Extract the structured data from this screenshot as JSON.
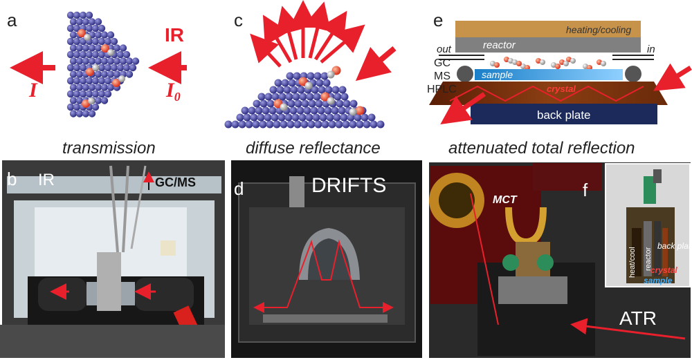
{
  "panels": {
    "a": {
      "letter": "a",
      "ir": "IR",
      "i": "I",
      "i0": "I",
      "i0_sub": "0",
      "caption": "transmission"
    },
    "b": {
      "letter": "b",
      "ir": "IR",
      "gcms": "GC/MS"
    },
    "c": {
      "letter": "c",
      "caption": "diffuse reflectance"
    },
    "d": {
      "letter": "d",
      "drifts": "DRIFTS"
    },
    "e": {
      "letter": "e",
      "heating": "heating/cooling",
      "reactor": "reactor",
      "out": "out",
      "in": "in",
      "gc": "GC",
      "ms": "MS",
      "hplc": "HPLC",
      "sample": "sample",
      "crystal": "crystal",
      "backplate": "back plate",
      "caption": "attenuated total reflection"
    },
    "f": {
      "letter": "f",
      "mct": "MCT",
      "atr": "ATR",
      "heatcool": "heat/cool",
      "reactor": "reactor",
      "backplate": "back plate",
      "crystal": "crystal",
      "sample": "sample"
    }
  },
  "colors": {
    "arrow": "#e8202c",
    "sphere": "#4a4aa8",
    "copper": "#c7924a",
    "crystal": "#7a3410",
    "sample": "#2a9fe0",
    "back": "#1b2a5a"
  }
}
